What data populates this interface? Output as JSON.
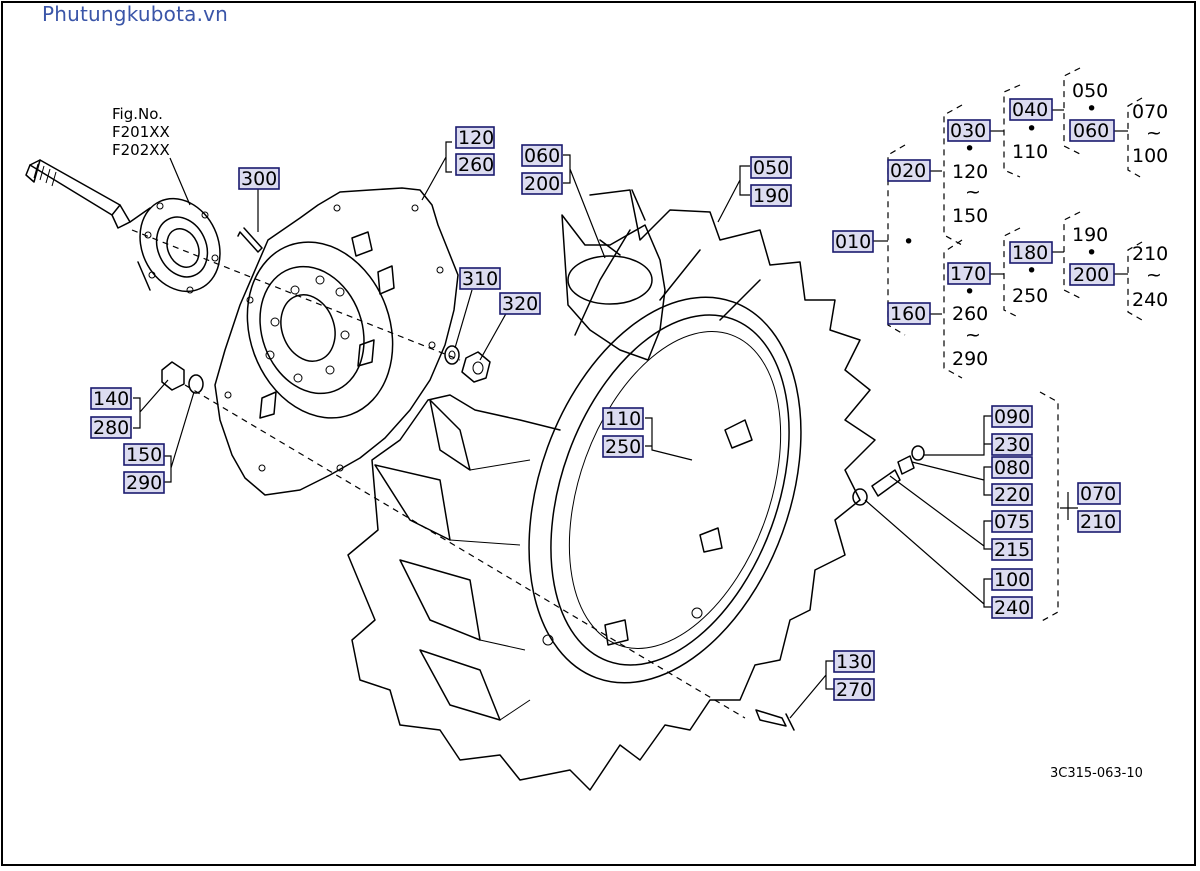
{
  "watermark": "Phutungkubota.vn",
  "fig_ref": {
    "label": "Fig.No.",
    "refs": [
      "F201XX",
      "F202XX"
    ]
  },
  "drawing_code": "3C315-063-10",
  "callouts": {
    "c120": "120",
    "c260": "260",
    "c300": "300",
    "c310": "310",
    "c320": "320",
    "c140": "140",
    "c280": "280",
    "c150": "150",
    "c290": "290",
    "c060a": "060",
    "c200a": "200",
    "c050": "050",
    "c190a": "190",
    "c110": "110",
    "c250": "250",
    "c130": "130",
    "c270": "270",
    "c010": "010",
    "c020": "020",
    "c160": "160",
    "c030": "030",
    "c120b": "120",
    "c150b": "150",
    "c040": "040",
    "c110b": "110",
    "c050b": "050",
    "c060b": "060",
    "c070a": "070",
    "c100a": "100",
    "c170": "170",
    "c260b": "260",
    "c290b": "290",
    "c180": "180",
    "c250b": "250",
    "c190b": "190",
    "c200b": "200",
    "c210a": "210",
    "c240a": "240",
    "c090": "090",
    "c230": "230",
    "c080": "080",
    "c220": "220",
    "c075": "075",
    "c215": "215",
    "c100b": "100",
    "c240b": "240",
    "c070b": "070",
    "c210b": "210"
  },
  "symbols": {
    "dot": "•",
    "range": "~"
  }
}
